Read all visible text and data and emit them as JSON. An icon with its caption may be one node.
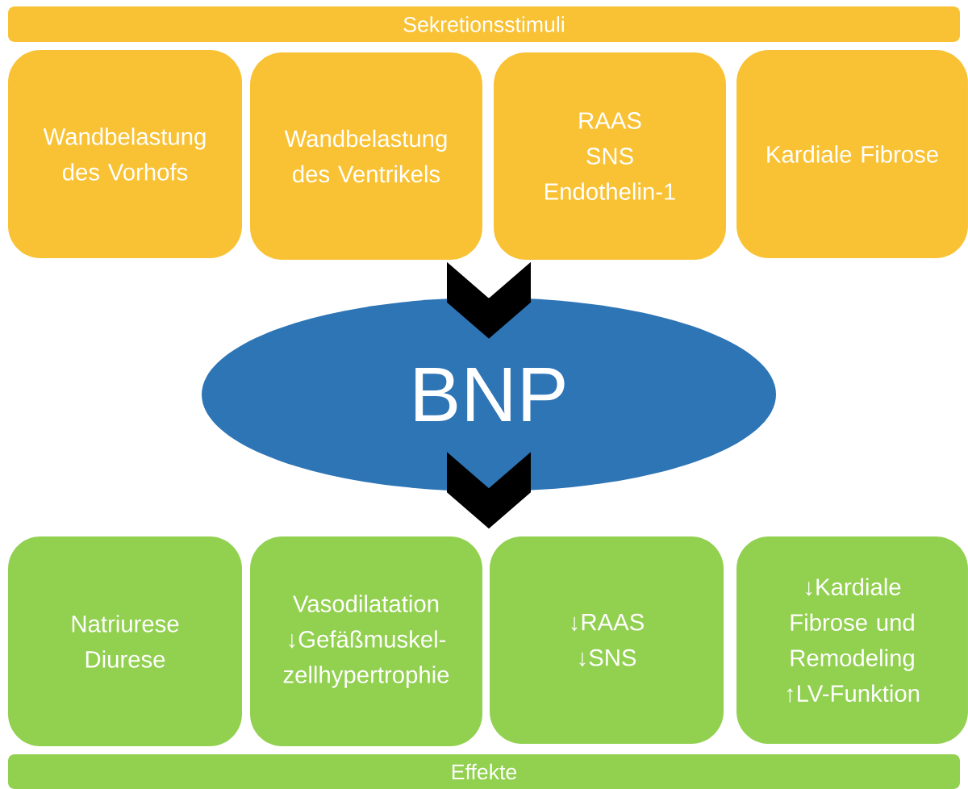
{
  "diagram": {
    "nodes": [
      {
        "text": [
          "Sekretionsstimuli"
        ]
      },
      {
        "text": [
          "Wandbelastung des Vorhofs"
        ]
      },
      {
        "text": [
          "Wandbelastung des Ventrikels"
        ]
      },
      {
        "text": [
          "RAAS",
          "SNS",
          "Endothelin-1"
        ]
      },
      {
        "text": [
          "Kardiale Fibrose"
        ]
      },
      {
        "text": [
          "BNP"
        ]
      },
      {
        "text": [
          "Natriurese",
          "Diurese"
        ]
      },
      {
        "text": [
          "Vasodilatation",
          "↓Gefäßmuskel-zellhypertrophie"
        ]
      },
      {
        "text": [
          "↓RAAS",
          "↓SNS"
        ]
      },
      {
        "text": [
          "↓Kardiale Fibrose und Remodeling",
          "↑LV-Funktion"
        ]
      },
      {
        "text": [
          "Effekte"
        ]
      }
    ],
    "edges": [
      {
        "from": null,
        "to": 5,
        "arrow": "to"
      },
      {
        "from": 5,
        "to": null,
        "arrow": "to"
      }
    ]
  }
}
